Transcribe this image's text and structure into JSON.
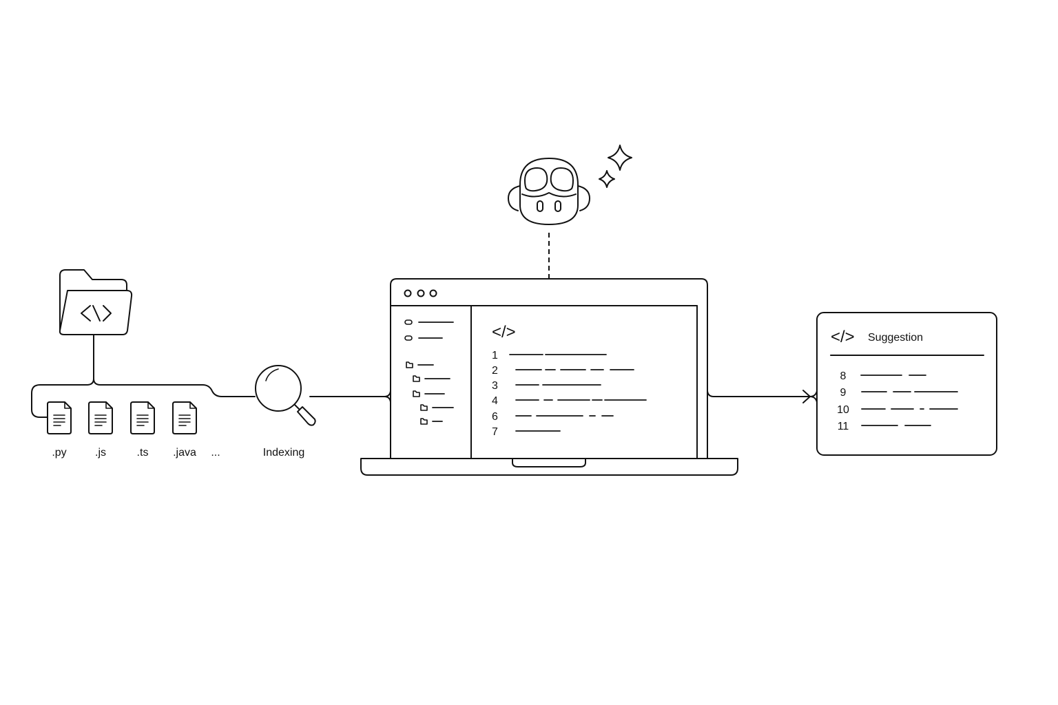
{
  "source": {
    "icons": [
      "code-folder-icon",
      "file-icon"
    ],
    "file_types": [
      ".py",
      ".js",
      ".ts",
      ".java"
    ],
    "more": "..."
  },
  "indexing": {
    "label": "Indexing",
    "icon": "magnifier-icon"
  },
  "assistant": {
    "icon": "copilot-icon",
    "sparkles": "sparkles-icon"
  },
  "editor": {
    "code_icon": "</>",
    "line_numbers": [
      "1",
      "2",
      "3",
      "4",
      "6",
      "7"
    ]
  },
  "suggestion": {
    "code_icon": "</>",
    "title": "Suggestion",
    "line_numbers": [
      "8",
      "9",
      "10",
      "11"
    ]
  },
  "colors": {
    "stroke": "#111111",
    "background": "#ffffff"
  }
}
